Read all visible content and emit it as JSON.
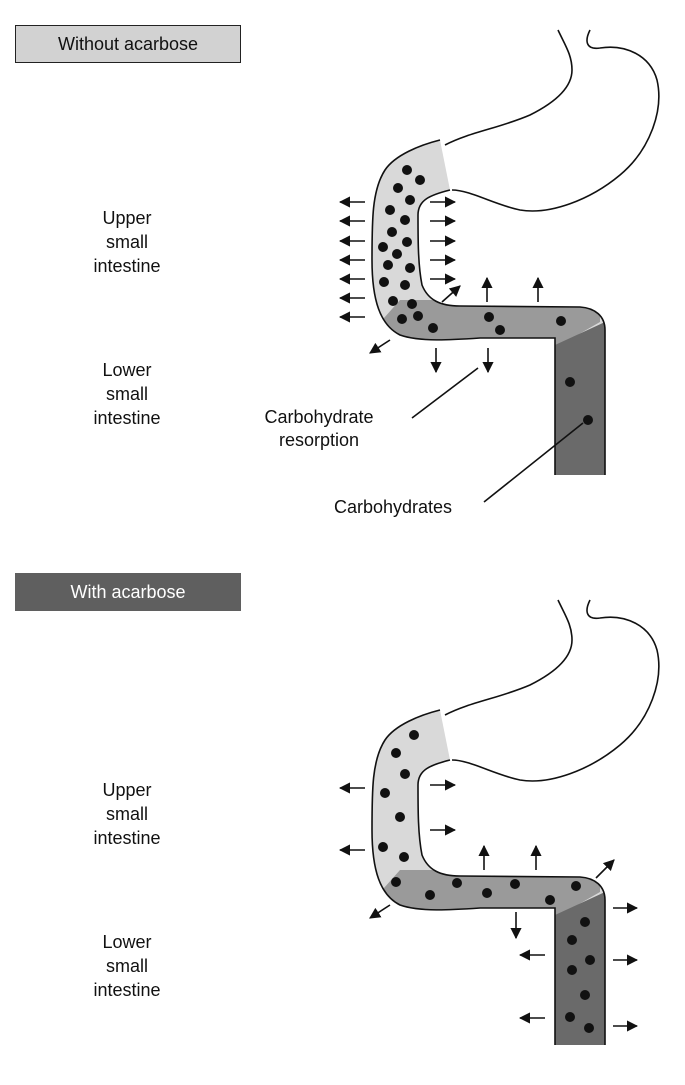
{
  "panels": [
    {
      "title": "Without acarbose",
      "regions": {
        "upper": [
          "Upper",
          "small",
          "intestine"
        ],
        "lower": [
          "Lower",
          "small",
          "intestine"
        ]
      },
      "callouts": {
        "resorption": [
          "Carbohydrate",
          "resorption"
        ],
        "carbohydrates": "Carbohydrates"
      }
    },
    {
      "title": "With acarbose",
      "regions": {
        "upper": [
          "Upper",
          "small",
          "intestine"
        ],
        "lower": [
          "Lower",
          "small",
          "intestine"
        ]
      }
    }
  ],
  "colors": {
    "segment_upper": "#d9d9d9",
    "segment_middle": "#9a9a9a",
    "segment_lower": "#6a6a6a",
    "outline": "#111111",
    "box_light": "#d2d2d2",
    "box_dark": "#5f5f5f"
  }
}
